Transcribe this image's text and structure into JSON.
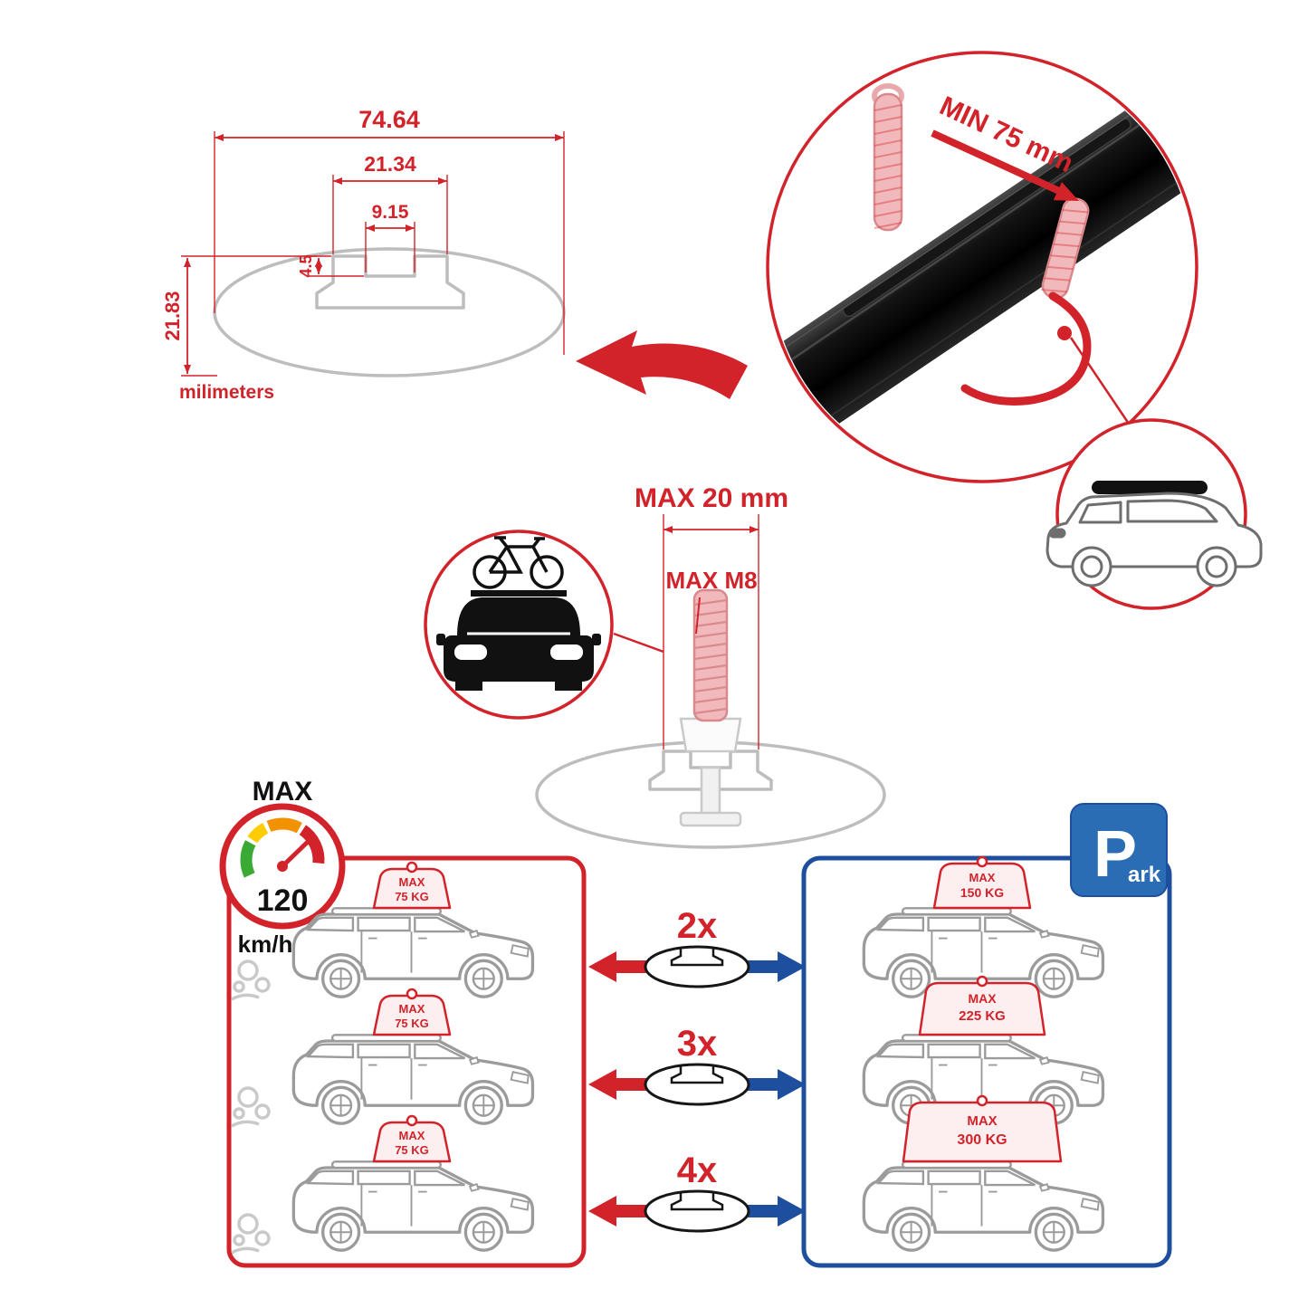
{
  "profile_drawing": {
    "width_total": "74.64",
    "width_channel": "21.34",
    "width_slot": "9.15",
    "depth_step": "4.5",
    "height_total": "21.83",
    "units": "milimeters"
  },
  "clamp_detail": {
    "min_span": "MIN 75 mm"
  },
  "bolt_detail": {
    "max_length": "MAX 20 mm",
    "max_thread": "MAX M8"
  },
  "speed_limit": {
    "label": "MAX",
    "value": "120",
    "unit": "km/h"
  },
  "capacity": {
    "multipliers": [
      "2x",
      "3x",
      "4x"
    ],
    "single_bar": [
      {
        "label": "MAX",
        "weight": "75 KG"
      },
      {
        "label": "MAX",
        "weight": "75 KG"
      },
      {
        "label": "MAX",
        "weight": "75 KG"
      }
    ],
    "multi_bar": [
      {
        "label": "MAX",
        "weight": "150 KG"
      },
      {
        "label": "MAX",
        "weight": "225 KG"
      },
      {
        "label": "MAX",
        "weight": "300 KG"
      }
    ]
  },
  "park_sign": {
    "letter": "P",
    "rest": "ark"
  },
  "colors": {
    "accent_red": "#d2232a",
    "accent_blue": "#1d4f9e",
    "sign_blue": "#2a6db5",
    "profile_gray": "#bdbdbd"
  }
}
